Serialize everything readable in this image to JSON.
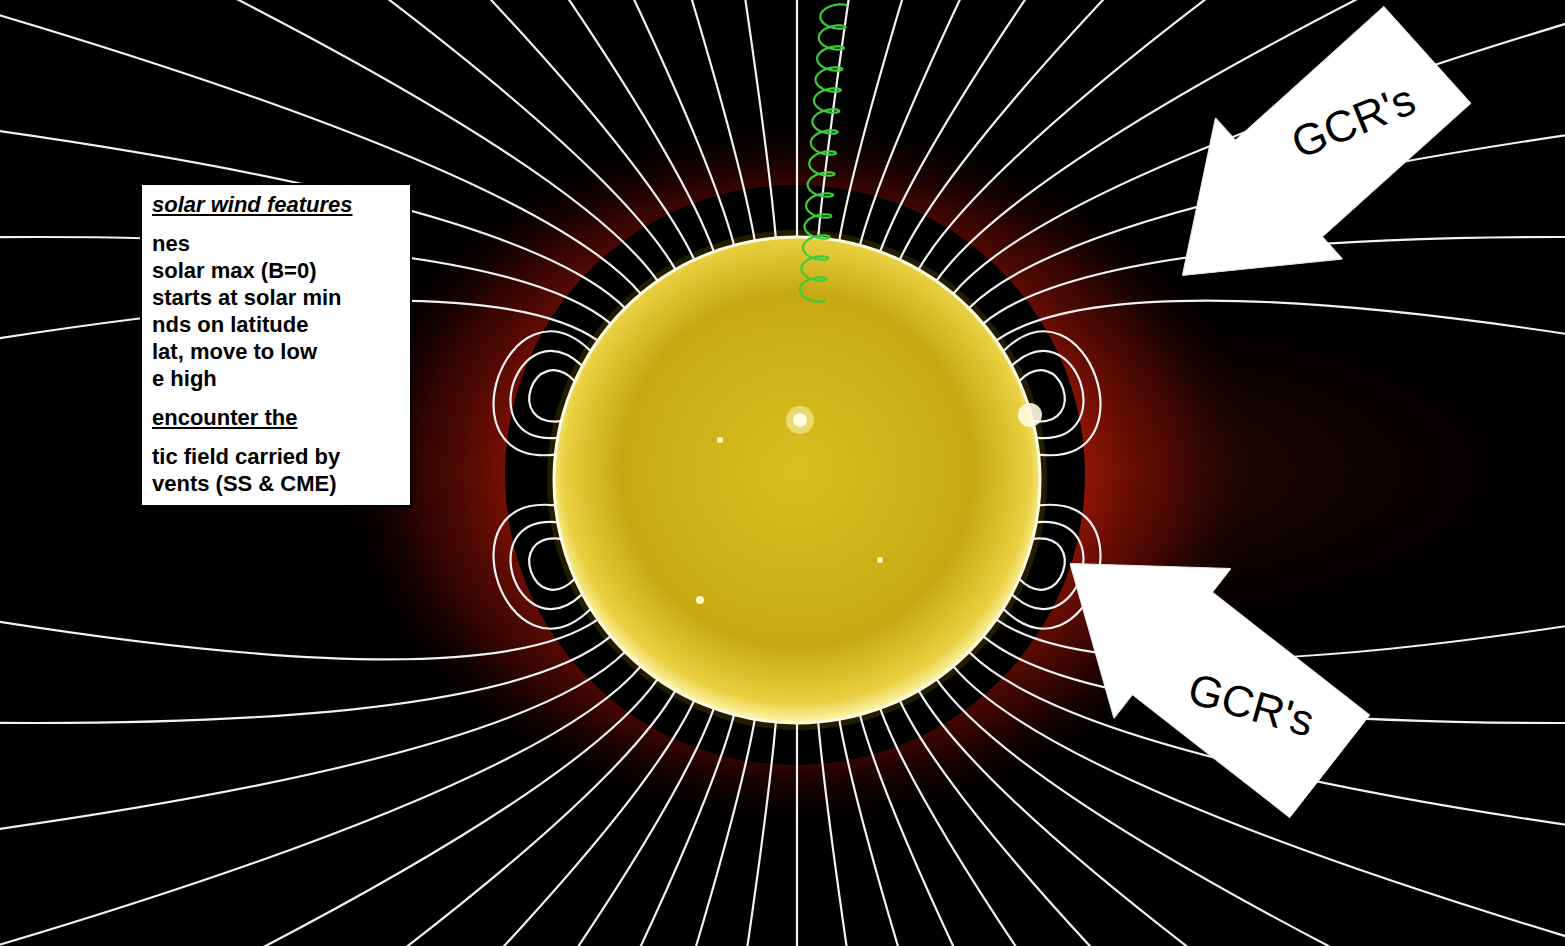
{
  "diagram": {
    "nodes": [
      {
        "text": [
          "solar wind features",
          "nes",
          "solar max (B=0)",
          "starts at solar min",
          "nds on latitude",
          "lat, move to low",
          "e high",
          "encounter the",
          "tic field carried by",
          "vents (SS & CME)"
        ]
      },
      {
        "text": [
          "GCR's"
        ]
      },
      {
        "text": [
          "GCR's"
        ]
      }
    ]
  }
}
